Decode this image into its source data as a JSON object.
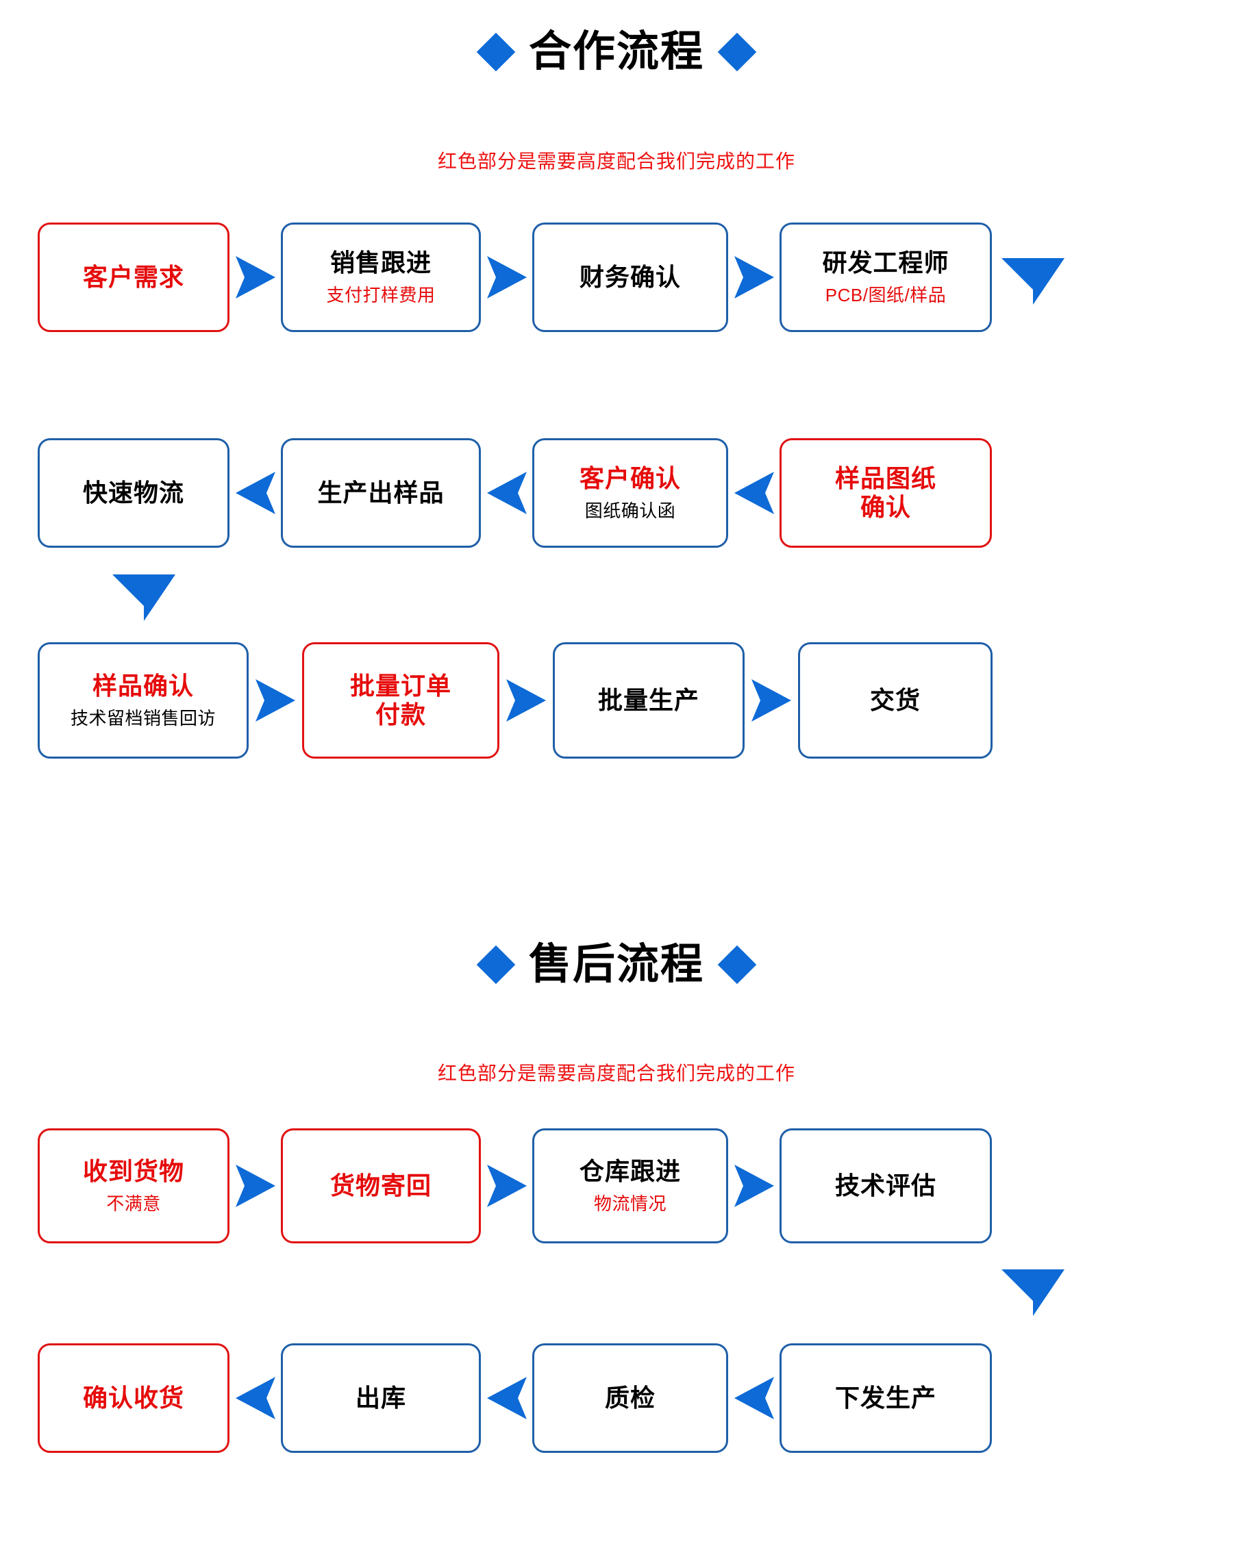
{
  "theme": {
    "blue": "#1f5fa8",
    "arrow_blue": "#0d6ad6",
    "red": "#e60b0b",
    "border_red": "#e11212",
    "background": "#ffffff"
  },
  "sections": [
    {
      "id": "cooperation",
      "title": "合作流程",
      "subtitle": "红色部分是需要高度配合我们完成的工作",
      "rows": [
        {
          "direction": "right",
          "nodes": [
            {
              "title": "客户需求",
              "sub": "",
              "border": "red",
              "title_color": "red",
              "sub_color": ""
            },
            {
              "title": "销售跟进",
              "sub": "支付打样费用",
              "border": "blue",
              "title_color": "black",
              "sub_color": "red"
            },
            {
              "title": "财务确认",
              "sub": "",
              "border": "blue",
              "title_color": "black",
              "sub_color": ""
            },
            {
              "title": "研发工程师",
              "sub": "PCB/图纸/样品",
              "border": "blue",
              "title_color": "black",
              "sub_color": "red"
            }
          ]
        },
        {
          "direction": "left",
          "nodes": [
            {
              "title": "快速物流",
              "sub": "",
              "border": "blue",
              "title_color": "black",
              "sub_color": ""
            },
            {
              "title": "生产出样品",
              "sub": "",
              "border": "blue",
              "title_color": "black",
              "sub_color": ""
            },
            {
              "title": "客户确认",
              "sub": "图纸确认函",
              "border": "blue",
              "title_color": "red",
              "sub_color": "black"
            },
            {
              "title": "样品图纸\n确认",
              "sub": "",
              "border": "red",
              "title_color": "red",
              "sub_color": ""
            }
          ]
        },
        {
          "direction": "right",
          "nodes": [
            {
              "title": "样品确认",
              "sub": "技术留档销售回访",
              "border": "blue",
              "title_color": "red",
              "sub_color": "black"
            },
            {
              "title": "批量订单\n付款",
              "sub": "",
              "border": "red",
              "title_color": "red",
              "sub_color": ""
            },
            {
              "title": "批量生产",
              "sub": "",
              "border": "blue",
              "title_color": "black",
              "sub_color": ""
            },
            {
              "title": "交货",
              "sub": "",
              "border": "blue",
              "title_color": "black",
              "sub_color": ""
            }
          ]
        }
      ],
      "down_connectors": [
        {
          "from": "研发工程师",
          "to": "样品图纸确认"
        },
        {
          "from": "快速物流",
          "to": "样品确认"
        }
      ]
    },
    {
      "id": "after-sales",
      "title": "售后流程",
      "subtitle": "红色部分是需要高度配合我们完成的工作",
      "rows": [
        {
          "direction": "right",
          "nodes": [
            {
              "title": "收到货物",
              "sub": "不满意",
              "border": "red",
              "title_color": "red",
              "sub_color": "red"
            },
            {
              "title": "货物寄回",
              "sub": "",
              "border": "red",
              "title_color": "red",
              "sub_color": ""
            },
            {
              "title": "仓库跟进",
              "sub": "物流情况",
              "border": "blue",
              "title_color": "black",
              "sub_color": "red"
            },
            {
              "title": "技术评估",
              "sub": "",
              "border": "blue",
              "title_color": "black",
              "sub_color": ""
            }
          ]
        },
        {
          "direction": "left",
          "nodes": [
            {
              "title": "确认收货",
              "sub": "",
              "border": "red",
              "title_color": "red",
              "sub_color": ""
            },
            {
              "title": "出库",
              "sub": "",
              "border": "blue",
              "title_color": "black",
              "sub_color": ""
            },
            {
              "title": "质检",
              "sub": "",
              "border": "blue",
              "title_color": "black",
              "sub_color": ""
            },
            {
              "title": "下发生产",
              "sub": "",
              "border": "blue",
              "title_color": "black",
              "sub_color": ""
            }
          ]
        }
      ],
      "down_connectors": [
        {
          "from": "技术评估",
          "to": "下发生产"
        }
      ]
    }
  ],
  "icons": {
    "diamond": "diamond-icon",
    "arrow_right": "arrow-right-icon",
    "arrow_left": "arrow-left-icon",
    "arrow_down": "arrow-down-icon"
  }
}
